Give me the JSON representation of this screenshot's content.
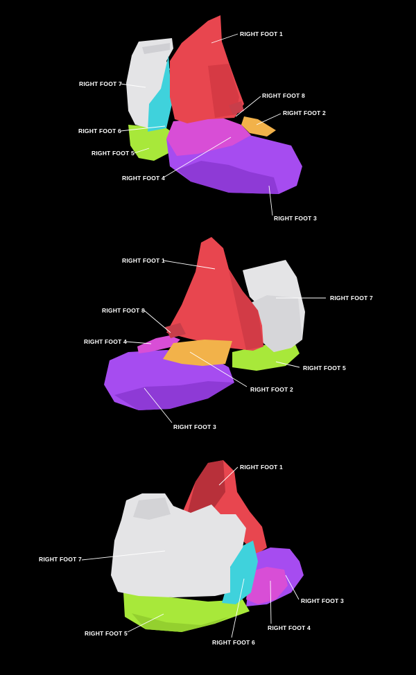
{
  "colors": {
    "background": "#000000",
    "part1": "#e8464f",
    "part2": "#f2b24a",
    "part3": "#a64cf0",
    "part4": "#d84ed6",
    "part5": "#a8e83a",
    "part6": "#3fd2dc",
    "part7": "#e4e4e6",
    "leader": "#ffffff"
  },
  "views": [
    {
      "labels": {
        "p1": "RIGHT FOOT 1",
        "p7": "RIGHT FOOT 7",
        "p8": "RIGHT FOOT 8",
        "p2": "RIGHT FOOT 2",
        "p6": "RIGHT FOOT 6",
        "p5": "RIGHT FOOT 5",
        "p4": "RIGHT FOOT 4",
        "p3": "RIGHT FOOT 3"
      }
    },
    {
      "labels": {
        "p1": "RIGHT FOOT 1",
        "p7": "RIGHT FOOT 7",
        "p8": "RIGHT FOOT 8",
        "p4": "RIGHT FOOT 4",
        "p5": "RIGHT FOOT 5",
        "p2": "RIGHT FOOT 2",
        "p3": "RIGHT FOOT 3"
      }
    },
    {
      "labels": {
        "p1": "RIGHT FOOT 1",
        "p7": "RIGHT FOOT 7",
        "p3": "RIGHT FOOT 3",
        "p4": "RIGHT FOOT 4",
        "p5": "RIGHT FOOT 5",
        "p6": "RIGHT FOOT 6"
      }
    }
  ]
}
